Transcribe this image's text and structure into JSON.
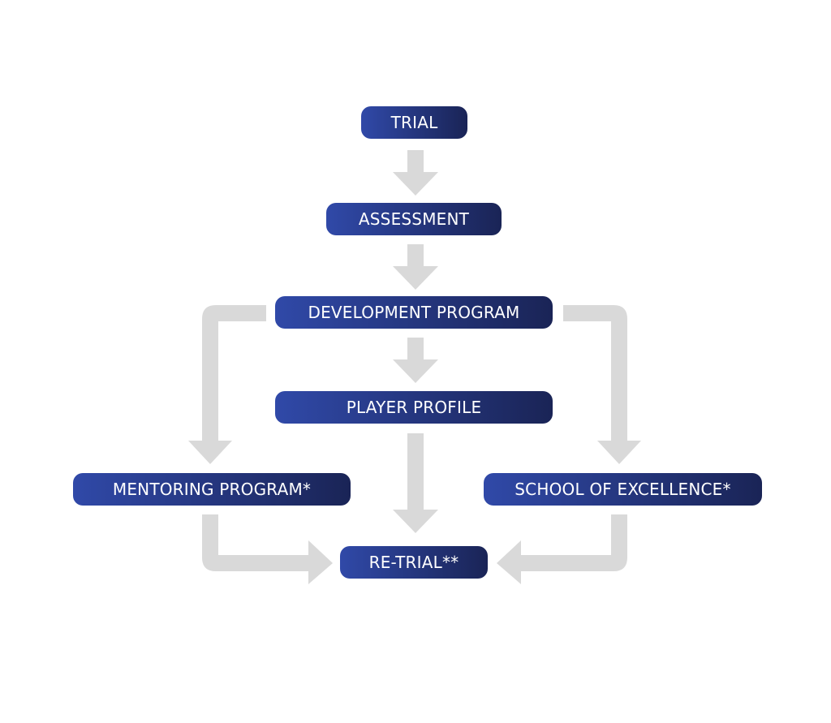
{
  "colors": {
    "node_gradient_start": "#3049a8",
    "node_gradient_end": "#1a2456",
    "node_text": "#ffffff",
    "arrow": "#d9d9d9",
    "background": "#ffffff"
  },
  "nodes": {
    "trial": "TRIAL",
    "assessment": "ASSESSMENT",
    "development_program": "DEVELOPMENT PROGRAM",
    "player_profile": "PLAYER PROFILE",
    "mentoring_program": "MENTORING PROGRAM*",
    "school_of_excellence": "SCHOOL OF EXCELLENCE*",
    "re_trial": "RE-TRIAL**"
  },
  "edges": [
    {
      "from": "trial",
      "to": "assessment"
    },
    {
      "from": "assessment",
      "to": "development_program"
    },
    {
      "from": "development_program",
      "to": "player_profile"
    },
    {
      "from": "development_program",
      "to": "mentoring_program"
    },
    {
      "from": "development_program",
      "to": "school_of_excellence"
    },
    {
      "from": "player_profile",
      "to": "re_trial"
    },
    {
      "from": "mentoring_program",
      "to": "re_trial"
    },
    {
      "from": "school_of_excellence",
      "to": "re_trial"
    }
  ]
}
